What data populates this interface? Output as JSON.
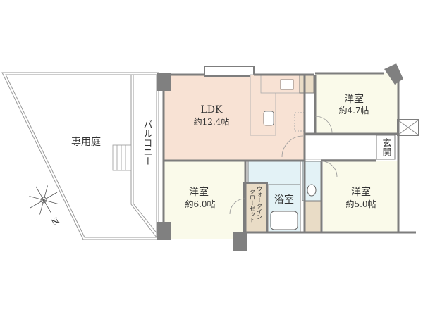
{
  "plan": {
    "rooms": {
      "ldk": {
        "name": "LDK",
        "size": "約12.4帖"
      },
      "western_room_1": {
        "name": "洋室",
        "size": "約4.7帖"
      },
      "western_room_2": {
        "name": "洋室",
        "size": "約6.0帖"
      },
      "western_room_3": {
        "name": "洋室",
        "size": "約5.0帖"
      },
      "bathroom": {
        "name": "浴室"
      },
      "walk_in_closet": {
        "line1": "ウォークイン",
        "line2": "クローゼット"
      },
      "entrance": {
        "name": "玄関"
      },
      "balcony": {
        "name": "バルコニー"
      },
      "private_garden": {
        "name": "専用庭"
      }
    },
    "compass": {
      "label": "N"
    },
    "colors": {
      "ldk": "#f8e2d4",
      "western": "#fafaea",
      "wet": "#e3f2f6",
      "storage": "#e9dcc6",
      "wall": "#7d7d7d"
    }
  }
}
